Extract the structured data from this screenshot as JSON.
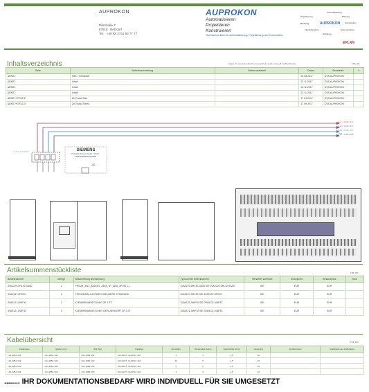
{
  "header": {
    "company_left": "AUPROKON",
    "address_street": "Pilsstraße 7",
    "address_city_code": "57518",
    "address_city": "Betzdorf",
    "address_tel_label": "Tel.",
    "address_tel": "+49 (0) 2741 93 77 77",
    "logo_name": "AUPROKON",
    "tagline_1": "Automatisieren",
    "tagline_2": "Projektieren",
    "tagline_3": "Konstruieren",
    "tagline_sub": "Technisches Büro für Automatisierung, Projektierung und Konstruktion",
    "diagram_center": "AUPROKON",
    "diagram_labels": [
      "Automatisierung",
      "Projektierung",
      "Planung",
      "Konstruktion",
      "Dokumentation",
      "Beratung",
      "Inbetriebnahme",
      "Schulung"
    ],
    "eplan_logo": "EPLAN"
  },
  "toc": {
    "title": "Inhaltsverzeichnis",
    "note": "Spalte X: eine automatisch erzeugte Seite wurde manuell nachbearbeitet",
    "page_ref": "F06_001",
    "columns": [
      "Seite",
      "Seitenbeschreibung",
      "Seitenzusatzfeld",
      "Datum",
      "Bearbeiter",
      "X"
    ],
    "rows": [
      [
        "&EKE1",
        "Titel- / Deckblatt",
        "",
        "23.08.2017",
        "DVS AUPROKON",
        ""
      ],
      [
        "&EKE1",
        "Inhalt",
        "",
        "22.11.2017",
        "DVS AUPROKON",
        ""
      ],
      [
        "&EKE1",
        "Inhalt",
        "",
        "22.11.2017",
        "DVS AUPROKON",
        ""
      ],
      [
        "&EKE1",
        "Inhalt",
        "",
        "22.11.2017",
        "DVS AUPROKON",
        ""
      ],
      [
        "&EKE1+EP1/1/2",
        "Zu Grund Gas",
        "",
        "17.09.2017",
        "DVS AUPROKON",
        ""
      ],
      [
        "&EKE1+EP1/1/3",
        "Zu Grund Strom",
        "",
        "17.09.2017",
        "DVS AUPROKON",
        ""
      ]
    ]
  },
  "schematic": {
    "phases": [
      "L1",
      "L2",
      "L3",
      "PE"
    ],
    "phase_notes": [
      "/ 1.C6 / 3.A",
      "/ 1.C6 / 3.A",
      "/ 1.C6 / 3.A",
      "/ 1.C6 / 3.A"
    ],
    "device_brand": "SIEMENS",
    "device_text": "3VA2220-5HL32-0AA0 / 3VA9...",
    "device_id": "3VA2220-5HL32-0AA0",
    "device_tag": "-Q1"
  },
  "parts": {
    "title": "Artikelsummenstückliste",
    "page_ref": "F05_001",
    "columns": [
      "Bestellnummer",
      "Menge",
      "Beschreibung Bezeichnung",
      "Typnummer Artikelnummer",
      "Hersteller Lieferant",
      "Einzelpreis",
      "Gesamtpreis",
      "Sum"
    ],
    "rows": [
      [
        "3VA2220-5HL32-0AA0",
        "1",
        "PROZ8_3W2_BAU001_250A_1P_3WA_3P153_LI",
        "3VA2220-5HL32-0AA0 SIE.3VA2220-5HL32-0AA0",
        "SIE",
        "EUR",
        "EUR",
        ""
      ],
      [
        "3VA9157-0RC20",
        "1",
        "TRENNUMM-LASTWECHSELWERK STANDARD",
        "3VA9157-0RC20 SIE.3VA9157-0RC20",
        "SIE",
        "EUR",
        "EUR",
        ""
      ],
      [
        "3VA9121-0WF30",
        "1",
        "KLEMMENABDECKUNG 3P 1 ST.",
        "3VA9121-0WF30 SIE.3VA9121-0WF30",
        "SIE",
        "EUR",
        "EUR",
        ""
      ],
      [
        "3VA9121-0WF30",
        "1",
        "KLEMMENABDECKUNG GERLAENGERT 3P 1 ST.",
        "3VA9121-0WF30 SIE.3VA9121-0WF30",
        "SIE",
        "EUR",
        "EUR",
        ""
      ]
    ]
  },
  "cables": {
    "title": "Kabelübersicht",
    "page_ref": "F03_001",
    "columns": [
      "Kabelname",
      "Quelle (von)",
      "Ziel (bis)",
      "Kabeltyp",
      "Alle Adern",
      "Verwendete Adern",
      "Querschnitt [mm²]",
      "Länge [m]",
      "Funktionstext",
      "Grafikseite des Kabelplans"
    ],
    "rows": [
      [
        "=H1-WB1-V01",
        "=H1-WB1-V01",
        "=H1-WB1-V01",
        "ÖLFLEX® CLASSIC 110",
        "3",
        "3",
        "1,5",
        "10",
        "",
        ""
      ],
      [
        "=H1-WB1-V02",
        "=H1-WB1-V02",
        "=H1-WB1-V02",
        "ÖLFLEX® CLASSIC 110",
        "10",
        "5",
        "2,5",
        "15",
        "",
        ""
      ],
      [
        "=H1-WB1-V03",
        "=H1-WB1-V03",
        "=H1-WB1-V03",
        "ÖLFLEX® CLASSIC 110",
        "5",
        "5",
        "1,5",
        "20",
        "",
        ""
      ],
      [
        "=H1-WB1-V04",
        "=H1-WB1-V04",
        "=H1-WB1-V04",
        "ÖLFLEX® CLASSIC 110",
        "3",
        "3",
        "1,5",
        "10",
        "",
        ""
      ]
    ]
  },
  "footer": {
    "slogan": "........ IHR DOKUMENTATIONSBEDARF WIRD INDIVIDUELL FÜR SIE UMGESETZT"
  },
  "colors": {
    "accent": "#5b8f3c",
    "logo_blue": "#3568b0",
    "phase_colors": [
      "#c0392b",
      "#7d3c98",
      "#2e86c1",
      "#555555"
    ]
  }
}
